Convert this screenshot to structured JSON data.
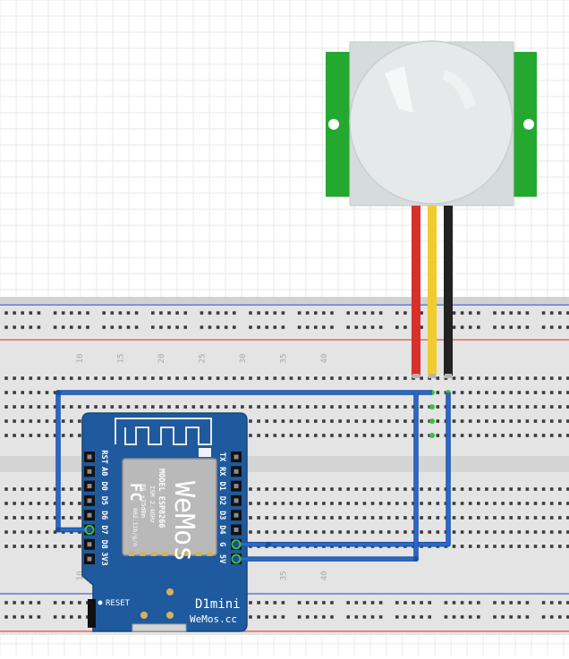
{
  "breadboard": {
    "column_labels": [
      "10",
      "15",
      "20",
      "25",
      "30",
      "35",
      "40"
    ],
    "colors": {
      "board": "#e4e4e4",
      "rail_red": "#e05050",
      "rail_blue": "#4a5fd0",
      "hole": "#3a3a3a",
      "label": "#a9a9a9"
    }
  },
  "pir_sensor": {
    "wire_colors": [
      "#d8302a",
      "#f0cc2c",
      "#222222"
    ],
    "colors": {
      "pcb": "#25a82f",
      "housing": "#d6dcdc",
      "dome": "#e6e9e9"
    }
  },
  "board": {
    "brand": "WeMos",
    "model": "MODEL  ESP8266",
    "spec_1": "ISM 2.4GHz",
    "spec_2": "PA +25dBm",
    "spec_3": "802.11b/g/n",
    "fcc": "FC",
    "left_pins": [
      "RST",
      "A0",
      "D0",
      "D5",
      "D6",
      "D7",
      "D8",
      "3V3"
    ],
    "right_pins": [
      "TX",
      "RX",
      "D1",
      "D2",
      "D3",
      "D4",
      "G",
      "5V"
    ],
    "reset_label": "RESET",
    "name": "D1mini",
    "website": "WeMos.cc",
    "colors": {
      "pcb": "#1f5a9e",
      "shield": "#b9b9b9"
    }
  },
  "wires": {
    "color": "#2b68c8"
  }
}
